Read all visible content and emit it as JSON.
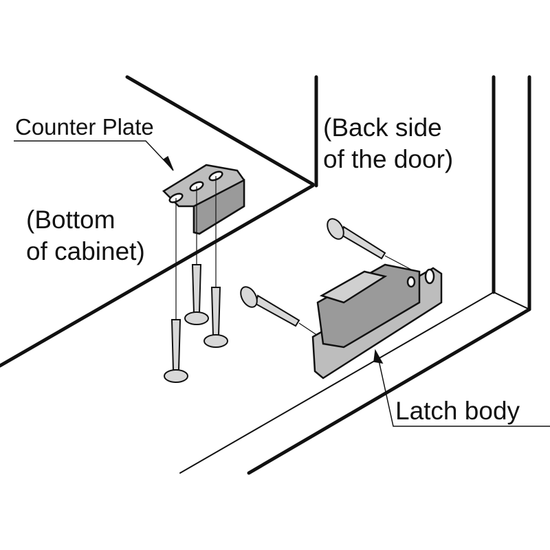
{
  "labels": {
    "counter_plate": "Counter Plate",
    "back_side_line1": "(Back side",
    "back_side_line2": "of the door)",
    "bottom_line1": "(Bottom",
    "bottom_line2": "of cabinet)",
    "latch_body": "Latch body"
  },
  "colors": {
    "part_fill": "#bdbdbd",
    "part_shade": "#9a9a9a",
    "line": "#111111"
  }
}
